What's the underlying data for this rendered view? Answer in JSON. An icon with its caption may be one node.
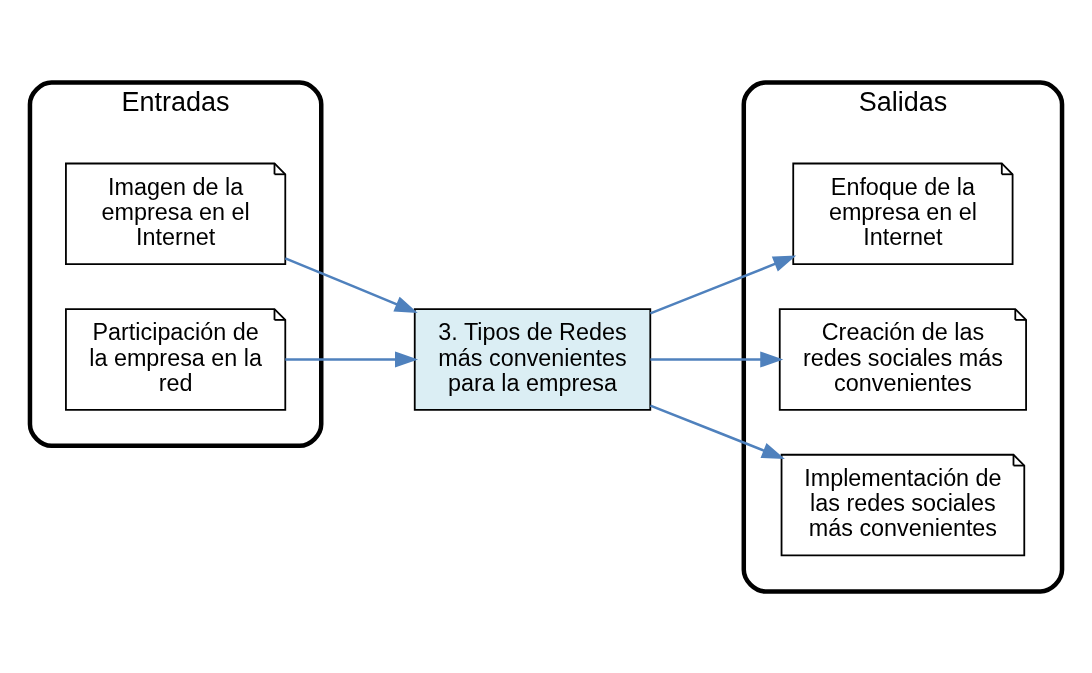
{
  "diagram": {
    "nodes": [
      {
        "text": [
          "Entradas"
        ]
      },
      {
        "text": [
          "Imagen de la empresa en el Internet"
        ],
        "in": 0
      },
      {
        "text": [
          "Participación de la empresa en la red"
        ],
        "in": 0
      },
      {
        "text": [
          "3. Tipos de Redes más convenientes para la empresa"
        ]
      },
      {
        "text": [
          "Salidas"
        ]
      },
      {
        "text": [
          "Enfoque de la empresa en el Internet"
        ],
        "in": 4
      },
      {
        "text": [
          "Creación de las redes sociales más convenientes"
        ],
        "in": 4
      },
      {
        "text": [
          "Implementación de las redes sociales más convenientes"
        ],
        "in": 4
      }
    ],
    "edges": [
      {
        "from": 1,
        "to": 3,
        "arrow": "to"
      },
      {
        "from": 2,
        "to": 3,
        "arrow": "to"
      },
      {
        "from": 3,
        "to": 5,
        "arrow": "to"
      },
      {
        "from": 3,
        "to": 6,
        "arrow": "to"
      },
      {
        "from": 3,
        "to": 7,
        "arrow": "to"
      }
    ]
  }
}
